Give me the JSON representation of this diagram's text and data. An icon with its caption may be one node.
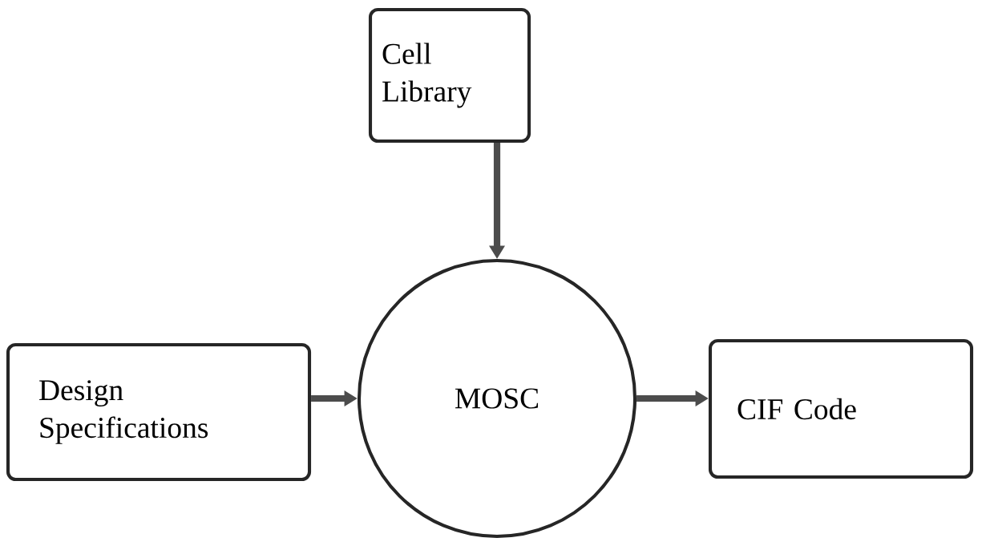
{
  "diagram": {
    "nodes": [
      {
        "text": [
          "Cell Library"
        ]
      },
      {
        "text": [
          "Design Specifications"
        ]
      },
      {
        "text": [
          "MOSC"
        ]
      },
      {
        "text": [
          "CIF Code"
        ]
      }
    ],
    "edges": [
      {
        "from": 0,
        "to": 2,
        "arrow": "to"
      },
      {
        "from": 1,
        "to": 2,
        "arrow": "to"
      },
      {
        "from": 2,
        "to": 3,
        "arrow": "to"
      }
    ]
  }
}
